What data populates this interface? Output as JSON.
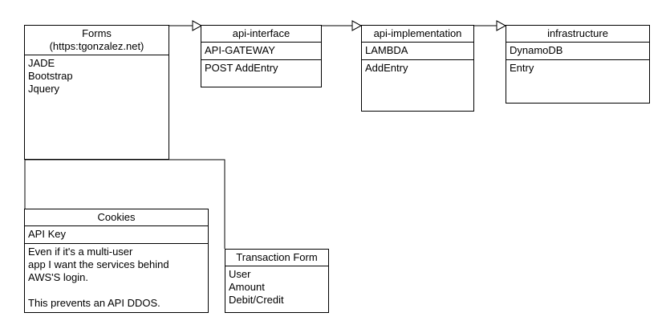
{
  "diagram": {
    "forms": {
      "title": "Forms",
      "subtitle": "(https:tgonzalez.net)",
      "items": [
        "JADE",
        "Bootstrap",
        "Jquery"
      ]
    },
    "api_interface": {
      "title": "api-interface",
      "attribute": "API-GATEWAY",
      "operation": "POST AddEntry"
    },
    "api_implementation": {
      "title": "api-implementation",
      "attribute": "LAMBDA",
      "operation": "AddEntry"
    },
    "infrastructure": {
      "title": "infrastructure",
      "attribute": "DynamoDB",
      "operation": "Entry"
    },
    "cookies": {
      "title": "Cookies",
      "attribute": "API Key",
      "notes": [
        "Even if it's a multi-user",
        "app I want the services behind",
        "AWS'S login.",
        "",
        "This prevents an API DDOS."
      ]
    },
    "transaction_form": {
      "title": "Transaction Form",
      "items": [
        "User",
        "Amount",
        "Debit/Credit"
      ]
    }
  }
}
